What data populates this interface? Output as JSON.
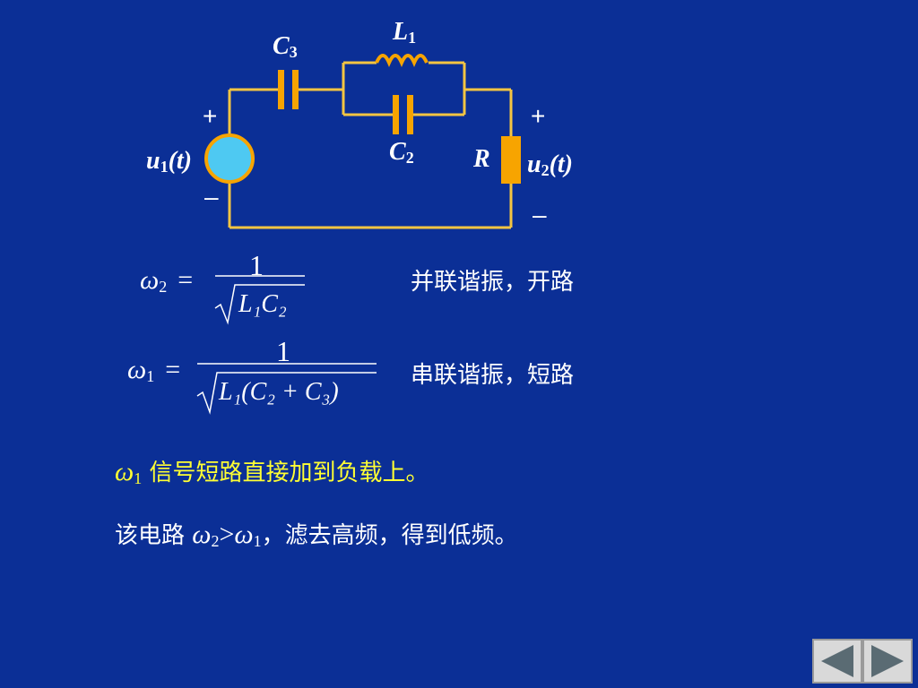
{
  "circuit": {
    "labels": {
      "C3": "C",
      "C3_sub": "3",
      "L1": "L",
      "L1_sub": "1",
      "C2": "C",
      "C2_sub": "2",
      "R": "R",
      "u1": "u",
      "u1_sub": "1",
      "u1_arg": "(t)",
      "u2": "u",
      "u2_sub": "2",
      "u2_arg": "(t)",
      "plus_left": "+",
      "minus_left": "–",
      "plus_right": "+",
      "minus_right": "–"
    },
    "colors": {
      "wire": "#f5c542",
      "component": "#f7a400",
      "source_fill": "#4ec9f2"
    }
  },
  "formulas": {
    "w2": {
      "lhs": "ω",
      "lhs_sub": "2",
      "eq": "=",
      "num": "1",
      "den": "L₁C₂"
    },
    "w1": {
      "lhs": "ω",
      "lhs_sub": "1",
      "eq": "=",
      "num": "1",
      "den": "L₁(C₂ + C₃)"
    }
  },
  "descriptions": {
    "parallel": "并联谐振，开路",
    "series": "串联谐振，短路"
  },
  "notes": {
    "line1_symbol": "ω",
    "line1_sub": "1",
    "line1_text": "信号短路直接加到负载上。",
    "line1_color": "#ffff33",
    "line2_prefix": "该电路",
    "line2_w2": "ω",
    "line2_w2_sub": "2",
    "line2_gt": ">",
    "line2_w1": "ω",
    "line2_w1_sub": "1",
    "line2_text": "，滤去高频，得到低频。"
  },
  "nav": {
    "prev_icon": "triangle-left-icon",
    "next_icon": "triangle-right-icon"
  }
}
